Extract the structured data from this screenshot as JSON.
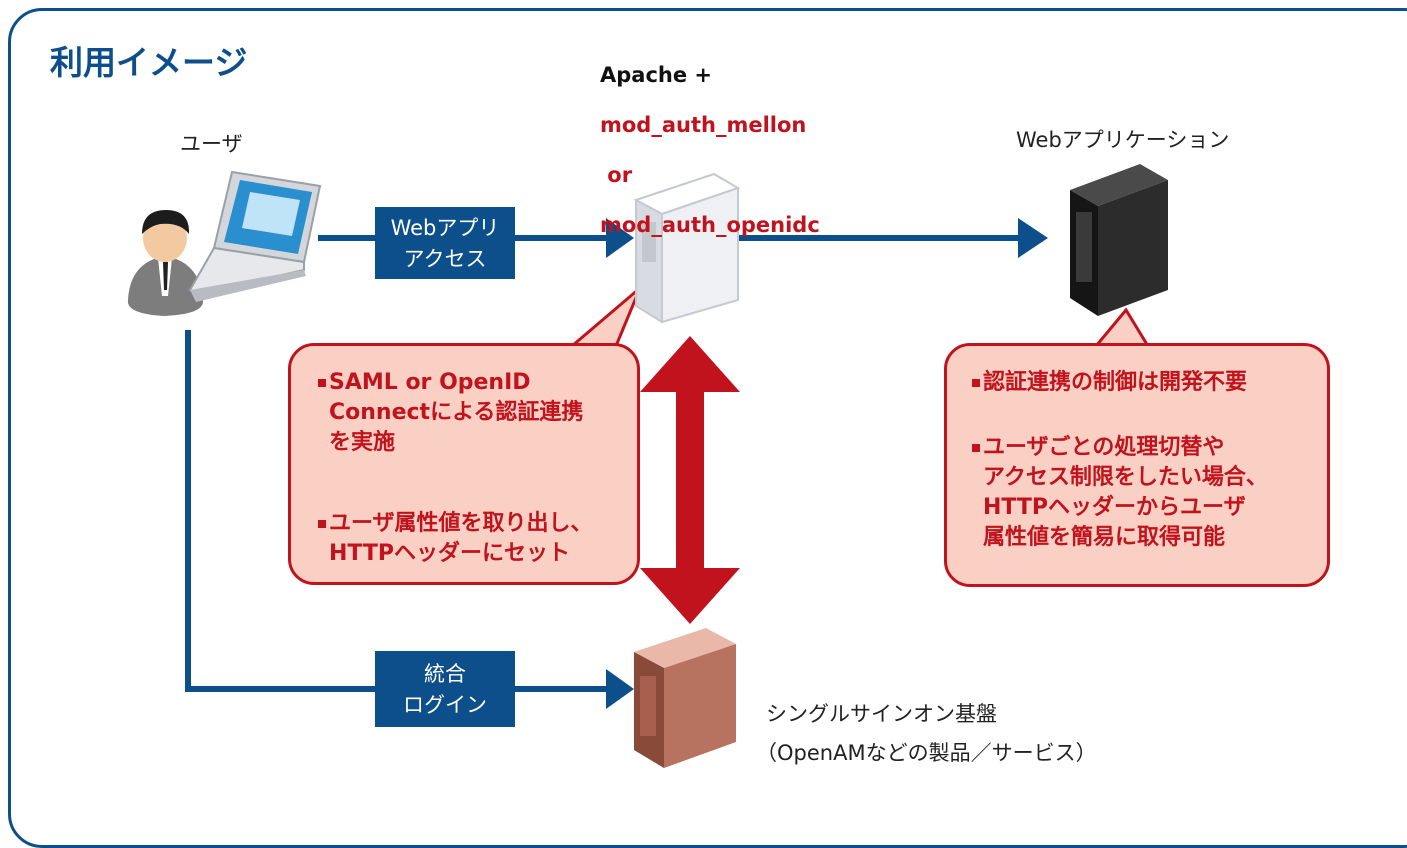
{
  "title": "利用イメージ",
  "user": {
    "label": "ユーザ"
  },
  "apache": {
    "line1": "Apache +",
    "line2": "mod_auth_mellon",
    "line3": " or",
    "line4": "mod_auth_openidc"
  },
  "webapp": {
    "label": "Webアプリケーション"
  },
  "access_box": {
    "text": "Webアプリ\nアクセス"
  },
  "login_box": {
    "text": "統合\nログイン"
  },
  "sso": {
    "line1": "シングルサインオン基盤",
    "line2": "（OpenAMなどの製品／サービス）"
  },
  "callout_left": {
    "items": [
      "SAML or OpenID\nConnectによる認証連携\nを実施",
      "ユーザ属性値を取り出し、\nHTTPヘッダーにセット"
    ]
  },
  "callout_right": {
    "items": [
      "認証連携の制御は開発不要",
      "ユーザごとの処理切替や\nアクセス制限をしたい場合、\nHTTPヘッダーからユーザ\n属性値を簡易に取得可能"
    ]
  },
  "colors": {
    "navy": "#0d4f8b",
    "red": "#c0131d",
    "pink": "#fbd0c4"
  }
}
